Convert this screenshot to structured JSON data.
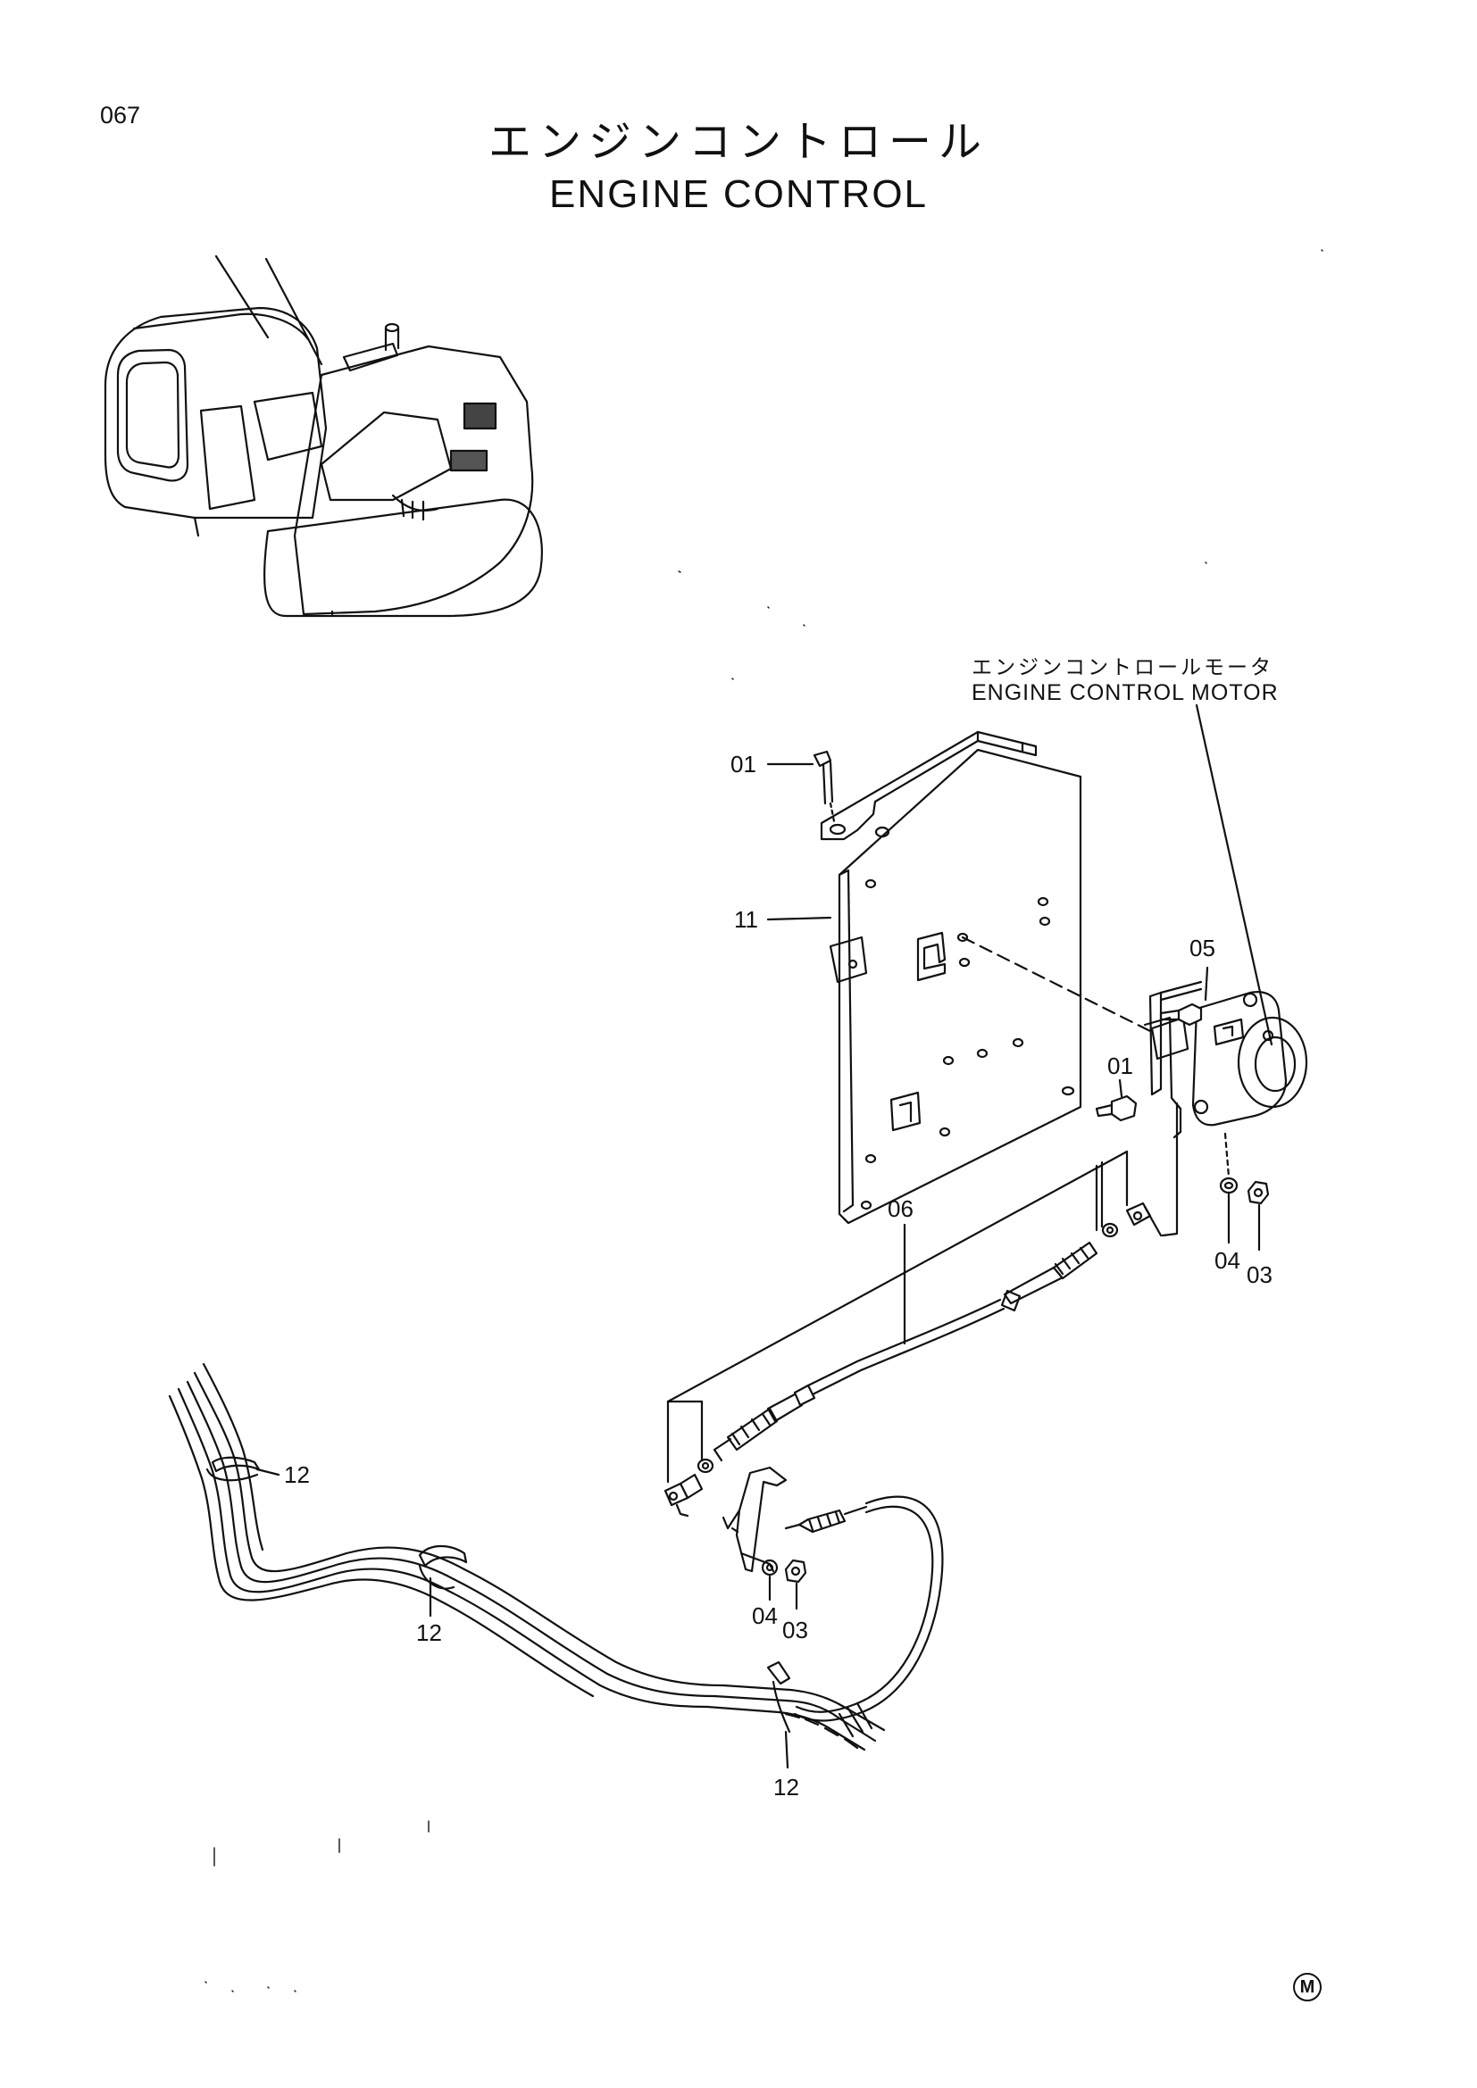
{
  "page_number": "067",
  "title": {
    "japanese": "エンジンコントロール",
    "english": "ENGINE CONTROL"
  },
  "callout": {
    "japanese": "エンジンコントロールモータ",
    "english": "ENGINE CONTROL MOTOR"
  },
  "part_labels": {
    "p01_top": "01",
    "p11": "11",
    "p05": "05",
    "p01_mid": "01",
    "p06": "06",
    "p04_right": "04",
    "p03_right": "03",
    "p12_left": "12",
    "p12_mid": "12",
    "p12_bottom": "12",
    "p04_low": "04",
    "p03_low": "03"
  },
  "mark": "M",
  "colors": {
    "ink": "#111111",
    "hatch": "#333333",
    "background": "#ffffff"
  }
}
